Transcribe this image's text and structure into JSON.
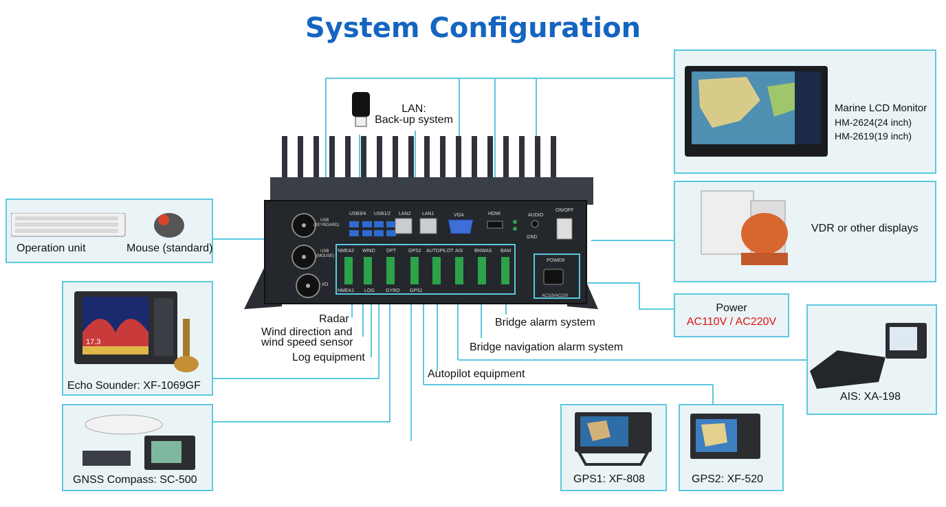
{
  "title": "System Configuration",
  "colors": {
    "title": "#1565c0",
    "frame": "#5bc8e0",
    "box_bg": "#eaf4f7",
    "power_red": "#e01010"
  },
  "lan": {
    "line1": "LAN:",
    "line2": "Back-up system"
  },
  "monitor": {
    "name": "Marine LCD Monitor",
    "model1": "HM-2624(24 inch)",
    "model2": "HM-2619(19 inch)"
  },
  "vdr": {
    "label": "VDR or other displays"
  },
  "operation": {
    "unit": "Operation unit",
    "mouse": "Mouse (standard)"
  },
  "echo": {
    "label": "Echo Sounder: XF-1069GF",
    "depth": "17.3"
  },
  "gnss": {
    "label": "GNSS Compass: SC-500"
  },
  "gps1": {
    "label": "GPS1: XF-808"
  },
  "gps2": {
    "label": "GPS2: XF-520"
  },
  "ais": {
    "label": "AIS: XA-198"
  },
  "power": {
    "label": "Power",
    "spec": "AC110V / AC220V"
  },
  "callouts": {
    "radar": "Radar",
    "wind1": "Wind direction and",
    "wind2": "wind speed sensor",
    "log": "Log equipment",
    "autopilot": "Autopilot equipment",
    "bridge_alarm": "Bridge alarm system",
    "bridge_nav": "Bridge navigation alarm system"
  },
  "ports": {
    "usb34": "USB3/4",
    "usb12": "USB1/2",
    "lan2": "LAN2",
    "lan1": "LAN1",
    "vga": "VGA",
    "hdmi": "HDMI",
    "audio": "AUDIO",
    "onoff": "ON/OFF",
    "gnd": "GND",
    "usb_kb1": "USB",
    "usb_kb2": "(KEYBOARD)",
    "usb_ms1": "USB",
    "usb_ms2": "(MOUSE)",
    "io": "I/O",
    "power": "POWER",
    "acpower": "AC110/AC220",
    "top": [
      "NMEA2",
      "WIND",
      "DPT",
      "GPS2",
      "AUTOPILOT",
      "AIS",
      "BNWAS",
      "BAM"
    ],
    "bottom": [
      "NMEA1",
      "LOG",
      "GYRO",
      "GPS1"
    ]
  }
}
